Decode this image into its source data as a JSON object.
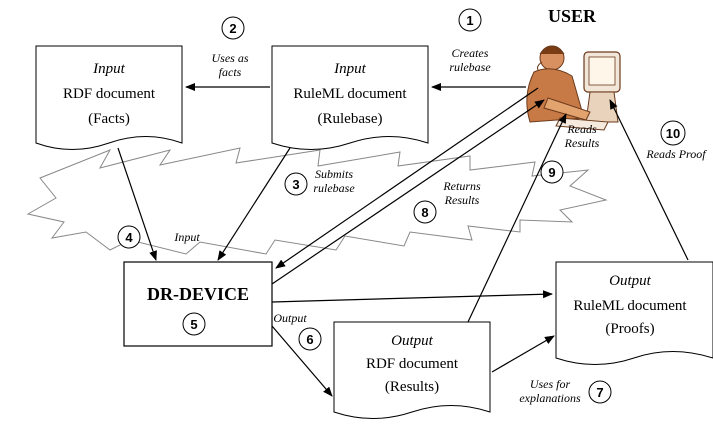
{
  "user_label": "USER",
  "documents": {
    "rdf_facts": {
      "kind": "Input",
      "line1": "RDF document",
      "line2": "(Facts)"
    },
    "ruleml_rulebase": {
      "kind": "Input",
      "line1": "RuleML document",
      "line2": "(Rulebase)"
    },
    "rdf_results": {
      "kind": "Output",
      "line1": "RDF document",
      "line2": "(Results)"
    },
    "ruleml_proofs": {
      "kind": "Output",
      "line1": "RuleML document",
      "line2": "(Proofs)"
    }
  },
  "engine": {
    "name": "DR-DEVICE"
  },
  "steps": [
    {
      "n": "1",
      "label": [
        "Creates",
        "rulebase"
      ]
    },
    {
      "n": "2",
      "label": [
        "Uses as",
        "facts"
      ]
    },
    {
      "n": "3",
      "label": [
        "Submits",
        "rulebase"
      ]
    },
    {
      "n": "4",
      "label": [
        "Input"
      ]
    },
    {
      "n": "5",
      "label": []
    },
    {
      "n": "6",
      "label": [
        "Output"
      ]
    },
    {
      "n": "7",
      "label": [
        "Uses for",
        "explanations"
      ]
    },
    {
      "n": "8",
      "label": [
        "Returns",
        "Results"
      ]
    },
    {
      "n": "9",
      "label": [
        "Reads",
        "Results"
      ]
    },
    {
      "n": "10",
      "label": [
        "Reads Proof"
      ]
    }
  ]
}
